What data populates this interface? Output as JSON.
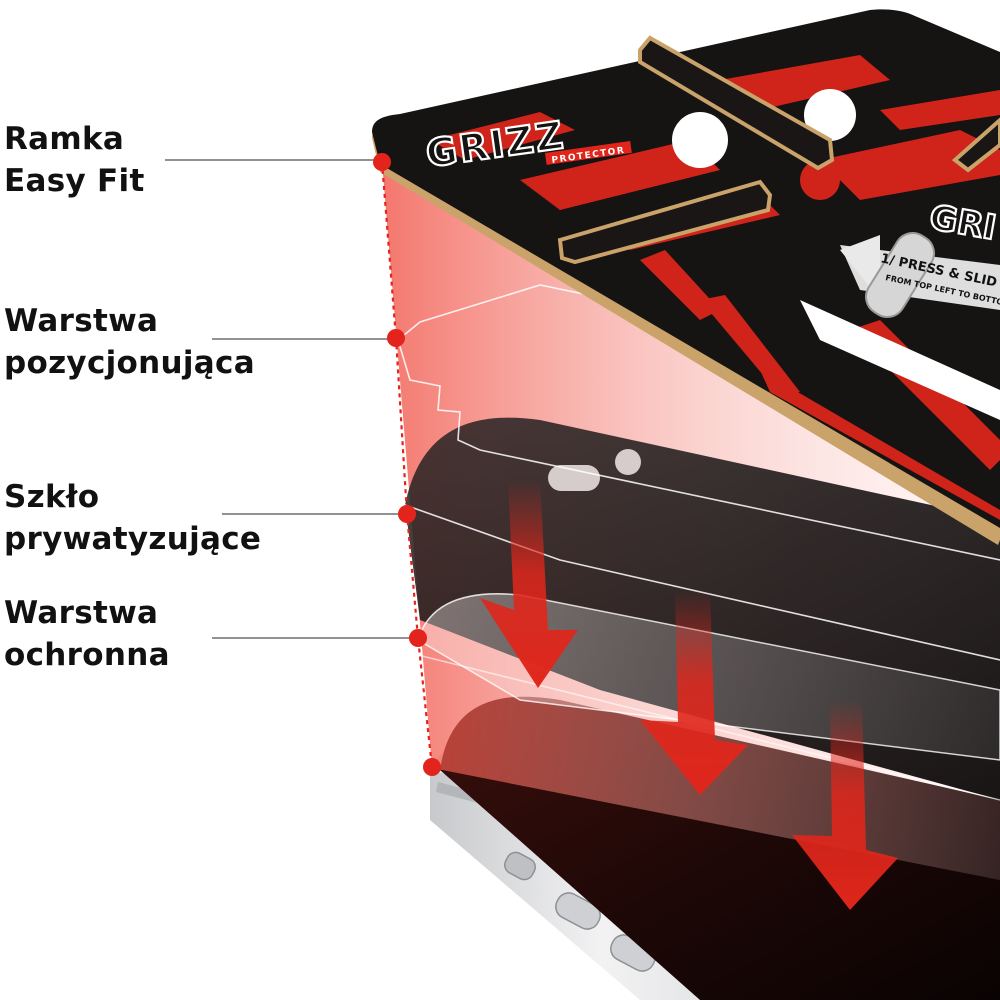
{
  "callouts": [
    {
      "id": "frame",
      "line1": "Ramka",
      "line2": "Easy Fit"
    },
    {
      "id": "positioning",
      "line1": "Warstwa",
      "line2": "pozycjonująca"
    },
    {
      "id": "privacy",
      "line1": "Szkło",
      "line2": "prywatyzujące"
    },
    {
      "id": "protective",
      "line1": "Warstwa",
      "line2": "ochronna"
    }
  ],
  "product": {
    "brand": "GRIZZ",
    "brand_sub": "PROTECTOR",
    "brand_partial": "GRI",
    "instruction_line1": "1/ PRESS & SLID",
    "instruction_line2": "FROM TOP LEFT TO BOTTO"
  },
  "colors": {
    "accent_red": "#e0261b",
    "marker_red": "#e3241c",
    "frame_black": "#161313",
    "frame_edge": "#c9a36a",
    "leader_gray": "#6e6e6e",
    "text": "#111111",
    "phone_silver": "#d9dadc"
  }
}
